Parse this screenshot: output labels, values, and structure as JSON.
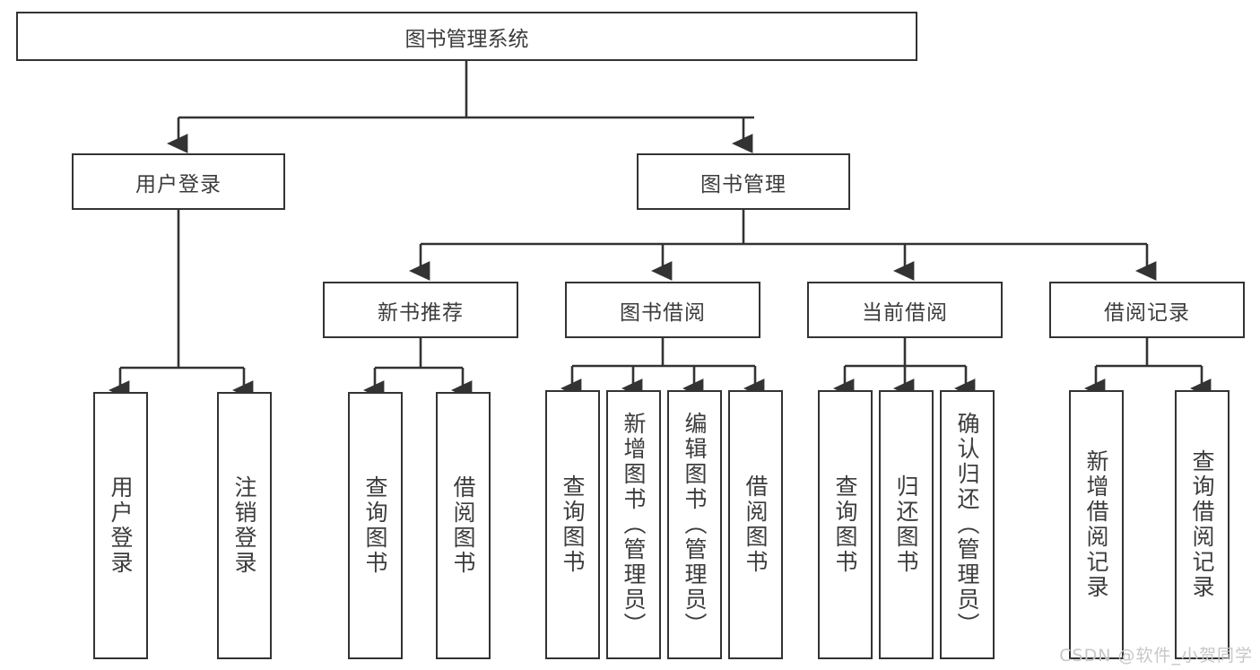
{
  "diagram": {
    "title": "图书管理系统",
    "type": "hierarchy-tree",
    "theme": {
      "box_border": "#333333",
      "box_fill": "#ffffff",
      "text": "#3c3c3c",
      "edge": "#333333",
      "watermark": "#c7c7c7",
      "background": "#ffffff"
    },
    "watermark": "CSDN @软件_小贺同学",
    "nodes": {
      "root": {
        "label": "图书管理系统"
      },
      "level2": [
        {
          "id": "user-login",
          "label": "用户登录"
        },
        {
          "id": "book-management",
          "label": "图书管理"
        }
      ],
      "level3": [
        {
          "id": "new-book-recommend",
          "label": "新书推荐"
        },
        {
          "id": "book-borrow",
          "label": "图书借阅"
        },
        {
          "id": "current-borrow",
          "label": "当前借阅"
        },
        {
          "id": "borrow-record",
          "label": "借阅记录"
        }
      ],
      "leaves": {
        "user-login": [
          {
            "id": "leaf-user-login",
            "label": "用户登录"
          },
          {
            "id": "leaf-logout-login",
            "label": "注销登录"
          }
        ],
        "new-book-recommend": [
          {
            "id": "leaf-query-book-1",
            "label": "查询图书"
          },
          {
            "id": "leaf-borrow-book-1",
            "label": "借阅图书"
          }
        ],
        "book-borrow": [
          {
            "id": "leaf-query-book-2",
            "label": "查询图书"
          },
          {
            "id": "leaf-add-book",
            "label": "新增图书（管理员）"
          },
          {
            "id": "leaf-edit-book",
            "label": "编辑图书（管理员）"
          },
          {
            "id": "leaf-borrow-book-2",
            "label": "借阅图书"
          }
        ],
        "current-borrow": [
          {
            "id": "leaf-query-book-3",
            "label": "查询图书"
          },
          {
            "id": "leaf-return-book",
            "label": "归还图书"
          },
          {
            "id": "leaf-confirm-return",
            "label": "确认归还（管理员）"
          }
        ],
        "borrow-record": [
          {
            "id": "leaf-add-record",
            "label": "新增借阅记录"
          },
          {
            "id": "leaf-query-record",
            "label": "查询借阅记录"
          }
        ]
      }
    },
    "edges": [
      {
        "from": "root",
        "to": "user-login"
      },
      {
        "from": "root",
        "to": "book-management"
      },
      {
        "from": "book-management",
        "to": "new-book-recommend"
      },
      {
        "from": "book-management",
        "to": "book-borrow"
      },
      {
        "from": "book-management",
        "to": "current-borrow"
      },
      {
        "from": "book-management",
        "to": "borrow-record"
      },
      {
        "from": "user-login",
        "to": "leaf-user-login"
      },
      {
        "from": "user-login",
        "to": "leaf-logout-login"
      },
      {
        "from": "new-book-recommend",
        "to": "leaf-query-book-1"
      },
      {
        "from": "new-book-recommend",
        "to": "leaf-borrow-book-1"
      },
      {
        "from": "book-borrow",
        "to": "leaf-query-book-2"
      },
      {
        "from": "book-borrow",
        "to": "leaf-add-book"
      },
      {
        "from": "book-borrow",
        "to": "leaf-edit-book"
      },
      {
        "from": "book-borrow",
        "to": "leaf-borrow-book-2"
      },
      {
        "from": "current-borrow",
        "to": "leaf-query-book-3"
      },
      {
        "from": "current-borrow",
        "to": "leaf-return-book"
      },
      {
        "from": "current-borrow",
        "to": "leaf-confirm-return"
      },
      {
        "from": "borrow-record",
        "to": "leaf-add-record"
      },
      {
        "from": "borrow-record",
        "to": "leaf-query-record"
      }
    ]
  }
}
